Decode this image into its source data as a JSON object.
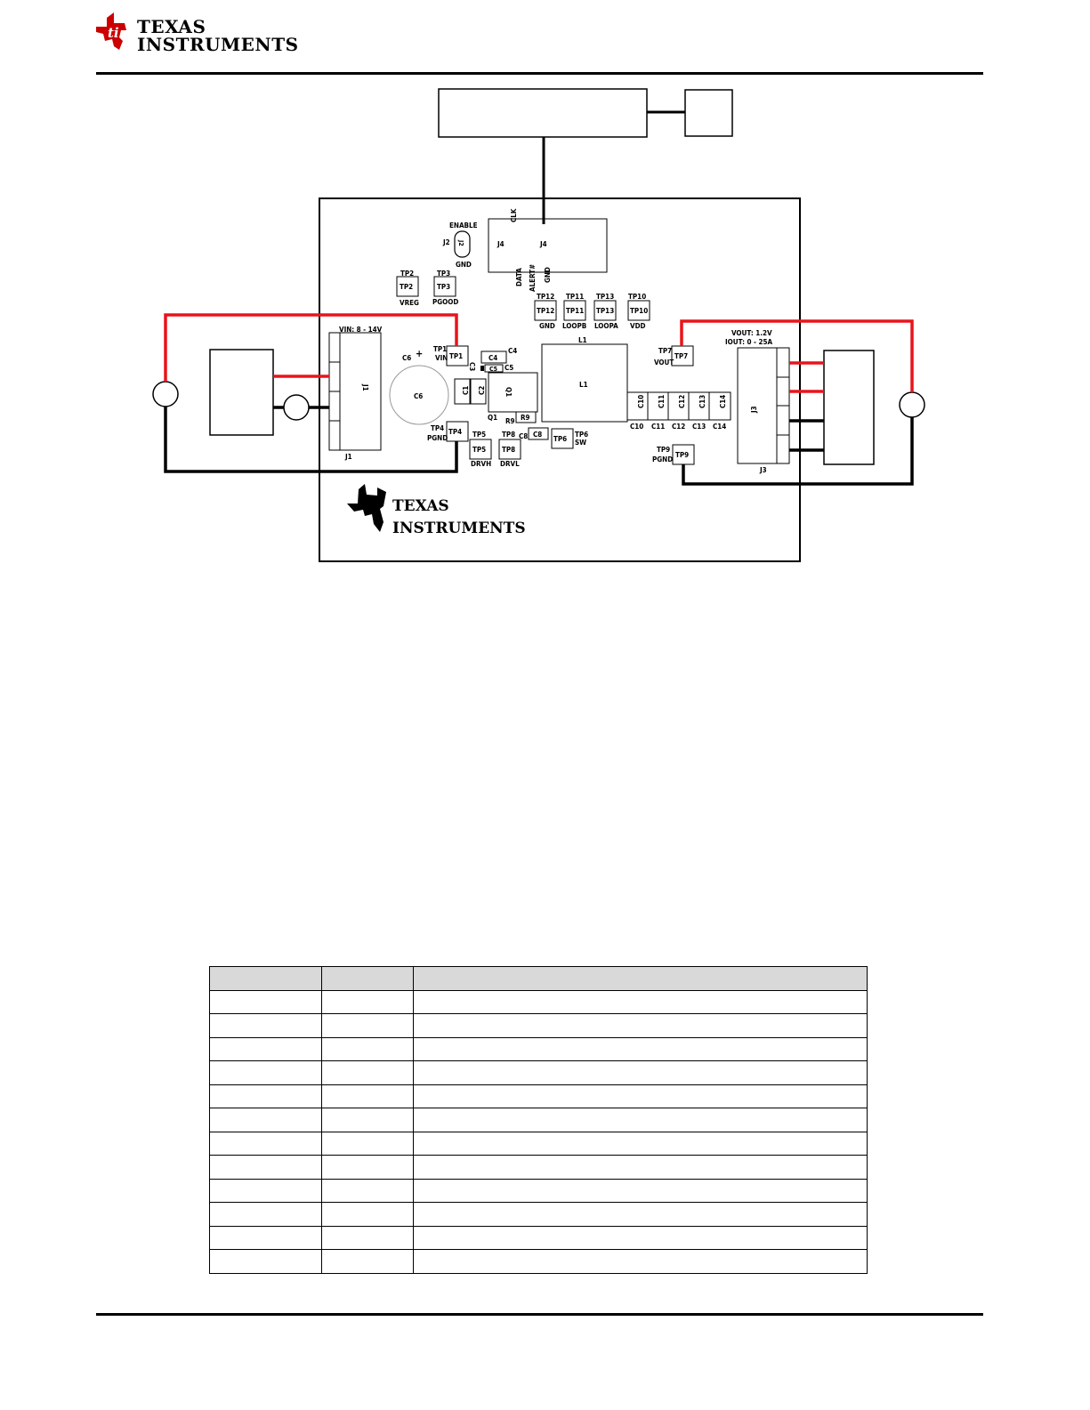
{
  "header": {
    "logo_line1": "TEXAS",
    "logo_line2": "INSTRUMENTS"
  },
  "board": {
    "logo_line1": "TEXAS",
    "logo_line2": "INSTRUMENTS",
    "labels": {
      "enable": "ENABLE",
      "j2": "J2",
      "j2_pin": "J2",
      "gnd_j2": "GND",
      "clk": "CLK",
      "j4_a": "J4",
      "j4_b": "J4",
      "data": "DATA",
      "alert": "ALERT#",
      "gnd_j4": "GND",
      "tp2": "TP2",
      "tp2_box": "TP2",
      "vreg": "VREG",
      "tp3": "TP3",
      "tp3_box": "TP3",
      "pgood": "PGOOD",
      "tp12": "TP12",
      "tp12_box": "TP12",
      "gnd_tp12": "GND",
      "tp11": "TP11",
      "tp11_box": "TP11",
      "loopb": "LOOPB",
      "tp13": "TP13",
      "tp13_box": "TP13",
      "loopa": "LOOPA",
      "tp10": "TP10",
      "tp10_box": "TP10",
      "vdd": "VDD",
      "vin_range": "VIN: 8 - 14V",
      "c6_top": "C6",
      "plus": "+",
      "c6": "C6",
      "tp1": "TP1",
      "vin": "VIN",
      "tp1_box": "TP1",
      "c4": "C4",
      "c4_box": "C4",
      "c3": "C3",
      "c5": "C5",
      "c5_box": "C5",
      "c1": "C1",
      "c2": "C2",
      "q1_box": "Q1",
      "q1": "Q1",
      "r9": "R9",
      "r9_box": "R9",
      "c8": "C8",
      "c8_box": "C8",
      "l1_top": "L1",
      "l1": "L1",
      "tp6_box": "TP6",
      "tp6": "TP6",
      "sw": "SW",
      "j1_box": "J1",
      "j1": "J1",
      "tp4": "TP4",
      "pgnd_tp4": "PGND",
      "tp4_box": "TP4",
      "tp5": "TP5",
      "tp5_box": "TP5",
      "drvh": "DRVH",
      "tp8": "TP8",
      "tp8_box": "TP8",
      "drvl": "DRVL",
      "c10": "C10",
      "c11": "C11",
      "c12": "C12",
      "c13": "C13",
      "c14": "C14",
      "c10_lbl": "C10",
      "c11_lbl": "C11",
      "c12_lbl": "C12",
      "c13_lbl": "C13",
      "c14_lbl": "C14",
      "tp7": "TP7",
      "vout_tp7": "VOUT",
      "tp7_box": "TP7",
      "vout_spec": "VOUT: 1.2V",
      "iout_spec": "IOUT: 0 - 25A",
      "j3_box": "J3",
      "j3": "J3",
      "tp9": "TP9",
      "pgnd_tp9": "PGND",
      "tp9_box": "TP9"
    }
  },
  "colors": {
    "wire_positive": "#e8141b",
    "wire_ground": "#000000",
    "logo_red": "#cc0000",
    "table_header": "#d9d9d9"
  },
  "table": {
    "header": [
      "",
      "",
      ""
    ],
    "rows": [
      [
        "",
        "",
        ""
      ],
      [
        "",
        "",
        ""
      ],
      [
        "",
        "",
        ""
      ],
      [
        "",
        "",
        ""
      ],
      [
        "",
        "",
        ""
      ],
      [
        "",
        "",
        ""
      ],
      [
        "",
        "",
        ""
      ],
      [
        "",
        "",
        ""
      ],
      [
        "",
        "",
        ""
      ],
      [
        "",
        "",
        ""
      ],
      [
        "",
        "",
        ""
      ],
      [
        "",
        "",
        ""
      ]
    ]
  }
}
